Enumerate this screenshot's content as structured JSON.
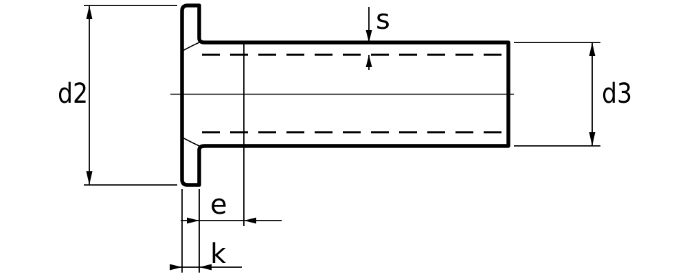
{
  "drawing": {
    "labels": {
      "d2": "d2",
      "d3": "d3",
      "s": "s",
      "e": "e",
      "k": "k"
    },
    "colors": {
      "line": "#000000",
      "background": "#ffffff"
    }
  }
}
